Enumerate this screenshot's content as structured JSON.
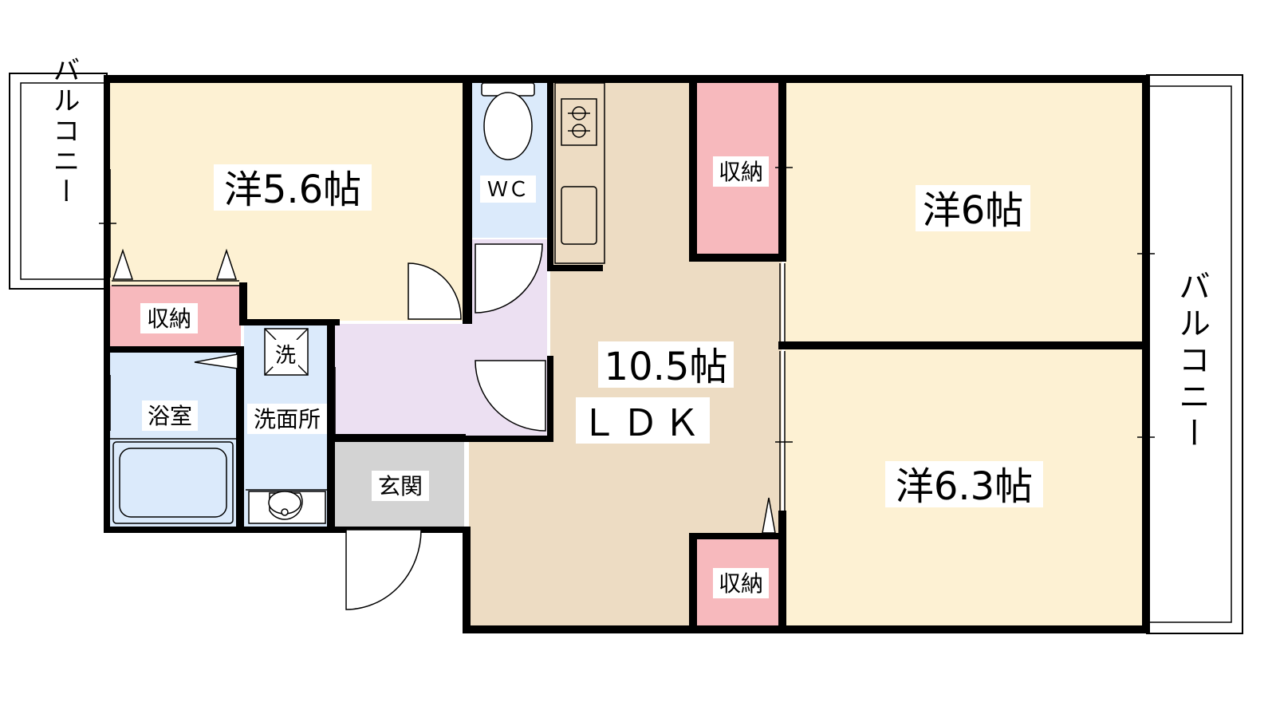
{
  "rooms": {
    "western_56": "洋5.6帖",
    "western_6": "洋6帖",
    "western_63": "洋6.3帖",
    "ldk_size": "10.5帖",
    "ldk_type": "ＬＤＫ",
    "wc": "ＷＣ",
    "storage_left": "収納",
    "storage_ldk_top": "収納",
    "storage_ldk_bottom": "収納",
    "bathroom": "浴室",
    "washroom": "洗面所",
    "washer": "洗",
    "entrance": "玄関",
    "balcony_left": "バルコニー",
    "balcony_right": "バルコニー"
  },
  "colors": {
    "western_room": "#fdf1d3",
    "ldk": "#eddcc3",
    "wet_area": "#dbeafb",
    "storage": "#f7b9bd",
    "hallway": "#ece0f2",
    "entrance": "#d3d3d3",
    "wall": "#000000"
  }
}
